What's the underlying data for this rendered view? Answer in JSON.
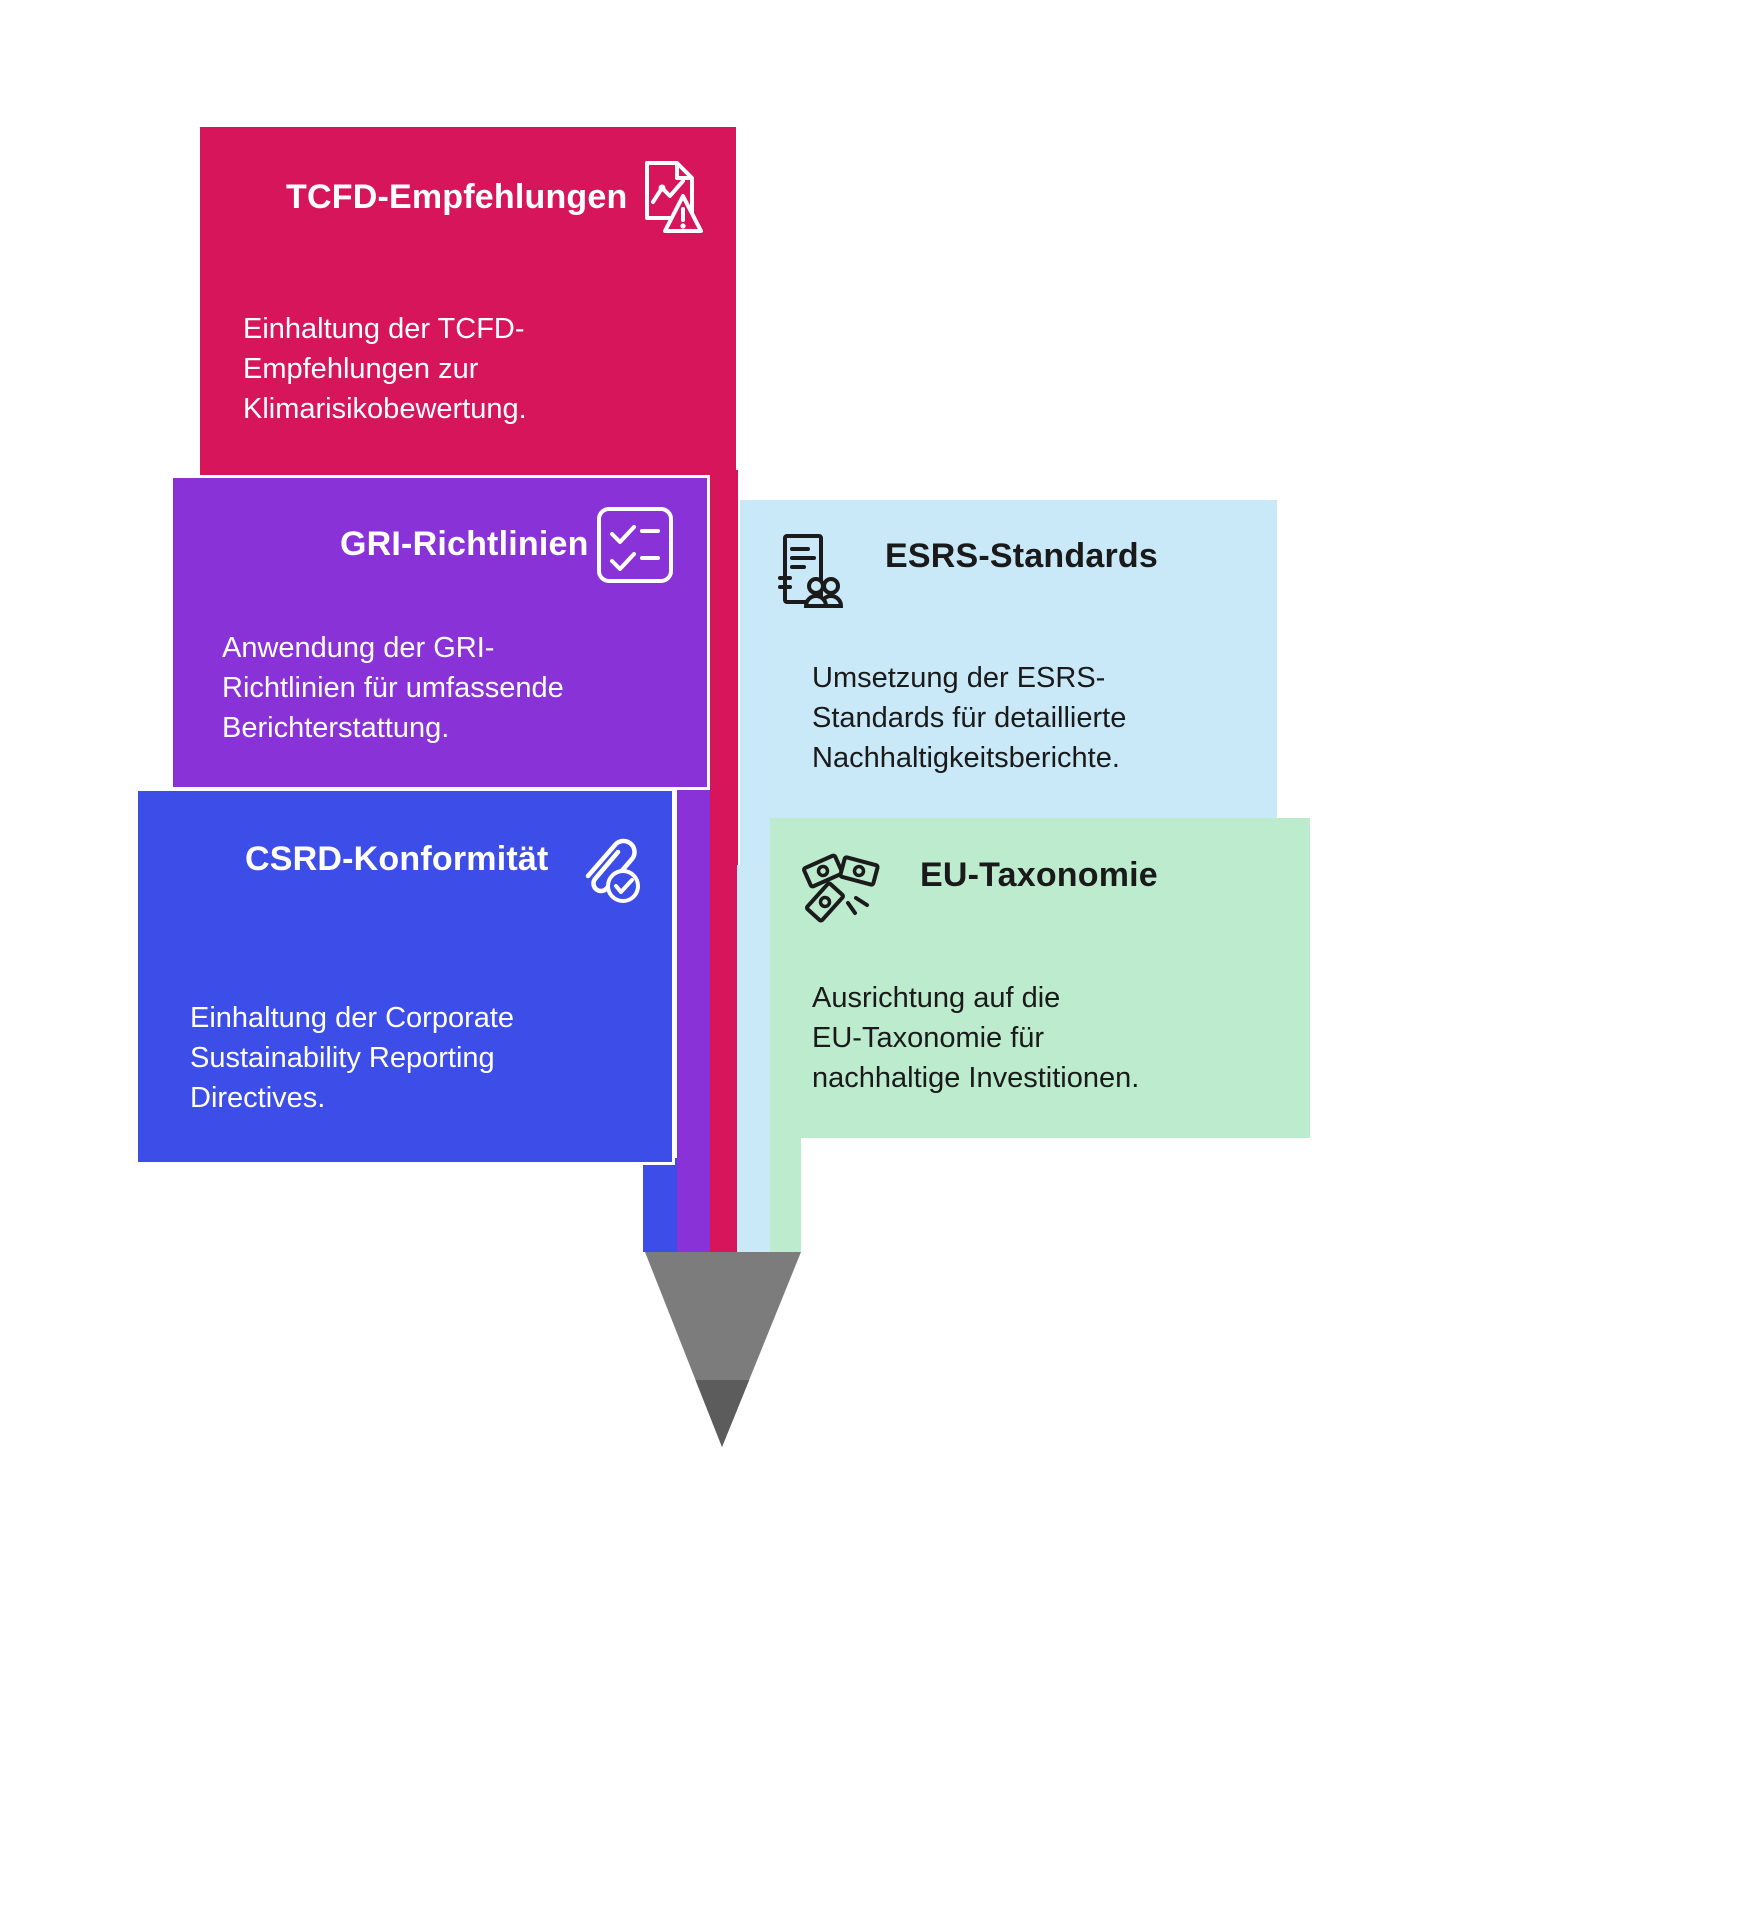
{
  "cards": {
    "tcfd": {
      "title": "TCFD-Empfehlungen",
      "body": "Einhaltung der TCFD-\nEmpfehlungen zur\nKlimarisikobewertung.",
      "color": "#D6155B",
      "text_color": "#FFFFFF",
      "icon": "report-chart-warning-icon"
    },
    "gri": {
      "title": "GRI-Richtlinien",
      "body": "Anwendung der GRI-\nRichtlinien für umfassende\nBerichterstattung.",
      "color": "#8932D8",
      "text_color": "#FFFFFF",
      "icon": "checklist-icon"
    },
    "csrd": {
      "title": "CSRD-Konformität",
      "body": "Einhaltung der Corporate\nSustainability Reporting\nDirectives.",
      "color": "#3D4DE8",
      "text_color": "#FFFFFF",
      "icon": "paperclip-check-icon"
    },
    "esrs": {
      "title": "ESRS-Standards",
      "body": "Umsetzung der ESRS-\nStandards für detaillierte\nNachhaltigkeitsberichte.",
      "color": "#C9E8F8",
      "text_color": "#1A1A1A",
      "icon": "document-people-icon"
    },
    "eu": {
      "title": "EU-Taxonomie",
      "body": "Ausrichtung auf die\nEU-Taxonomie für\nnachhaltige Investitionen.",
      "color": "#BDEBCE",
      "text_color": "#1A1A1A",
      "icon": "banknotes-icon"
    }
  },
  "pencil": {
    "cone_color": "#7C7C7C",
    "lead_color": "#5C5C5C"
  }
}
